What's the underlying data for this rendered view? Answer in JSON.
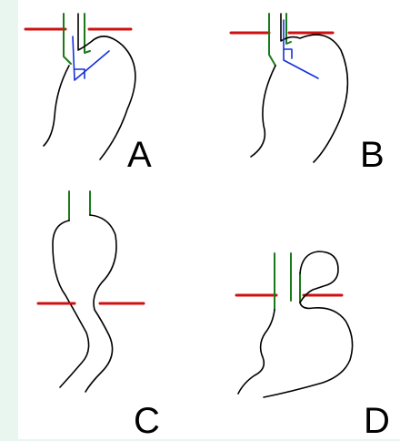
{
  "colors": {
    "background": "#e9f6f0",
    "panel": "#ffffff",
    "outline": "#000000",
    "mucosa_line": "#1a7a1a",
    "diaphragm_line": "#d01010",
    "angle_marker": "#1530d8"
  },
  "panels": [
    {
      "id": "A",
      "label": "A"
    },
    {
      "id": "B",
      "label": "B"
    },
    {
      "id": "C",
      "label": "C"
    },
    {
      "id": "D",
      "label": "D"
    }
  ]
}
